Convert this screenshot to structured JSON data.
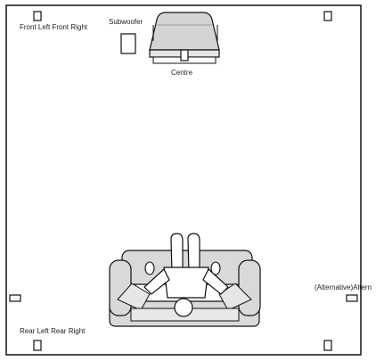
{
  "labels": {
    "front_pair": "Front Left Front Right",
    "subwoofer": "Subwoofer",
    "centre": "Centre",
    "rear_pair": "Rear Left Rear Right",
    "alternative": "(Alternative)Altern"
  },
  "colors": {
    "outline": "#111111",
    "tv_fill": "#d4d4d4",
    "sofa_fill": "#d9d9d9",
    "person_fill": "#ffffff",
    "background": "#ffffff"
  },
  "icons": {
    "front_left": "speaker-icon",
    "front_right": "speaker-icon",
    "centre": "speaker-icon",
    "subwoofer": "subwoofer-icon",
    "tv": "tv-icon",
    "sofa": "sofa-icon",
    "listener": "person-icon",
    "surround_left": "speaker-icon",
    "surround_right": "speaker-icon",
    "rear_left": "speaker-icon",
    "rear_right": "speaker-icon"
  }
}
